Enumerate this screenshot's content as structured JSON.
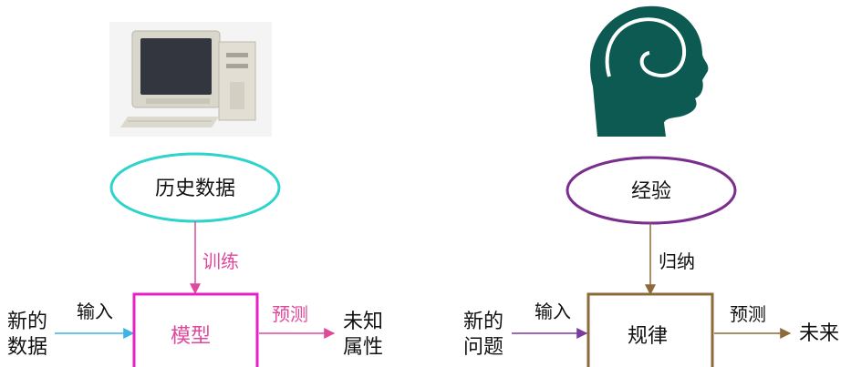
{
  "left_diagram": {
    "source_label": "历史数据",
    "arrow_label_train": "训练",
    "input_label": "输入",
    "new_data_line1": "新的",
    "new_data_line2": "数据",
    "box_label": "模型",
    "predict_label": "预测",
    "output_line1": "未知",
    "output_line2": "属性",
    "colors": {
      "ellipse": "#2ed3cc",
      "train": "#e0489b",
      "input_arrow": "#3cb4e6",
      "box": "#e820c8",
      "predict": "#e0489b"
    },
    "icon": "desktop-computer-icon"
  },
  "right_diagram": {
    "source_label": "经验",
    "arrow_label_induce": "归纳",
    "input_label": "输入",
    "new_problem_line1": "新的",
    "new_problem_line2": "问题",
    "box_label": "规律",
    "predict_label": "预测",
    "output_label": "未来",
    "colors": {
      "ellipse": "#7a2e8e",
      "induce": "#8c6a3a",
      "input_arrow": "#7a3aa0",
      "box": "#8c6a3a",
      "predict": "#8c6a3a",
      "head": "#0d5a52"
    },
    "icon": "human-head-brain-icon"
  }
}
